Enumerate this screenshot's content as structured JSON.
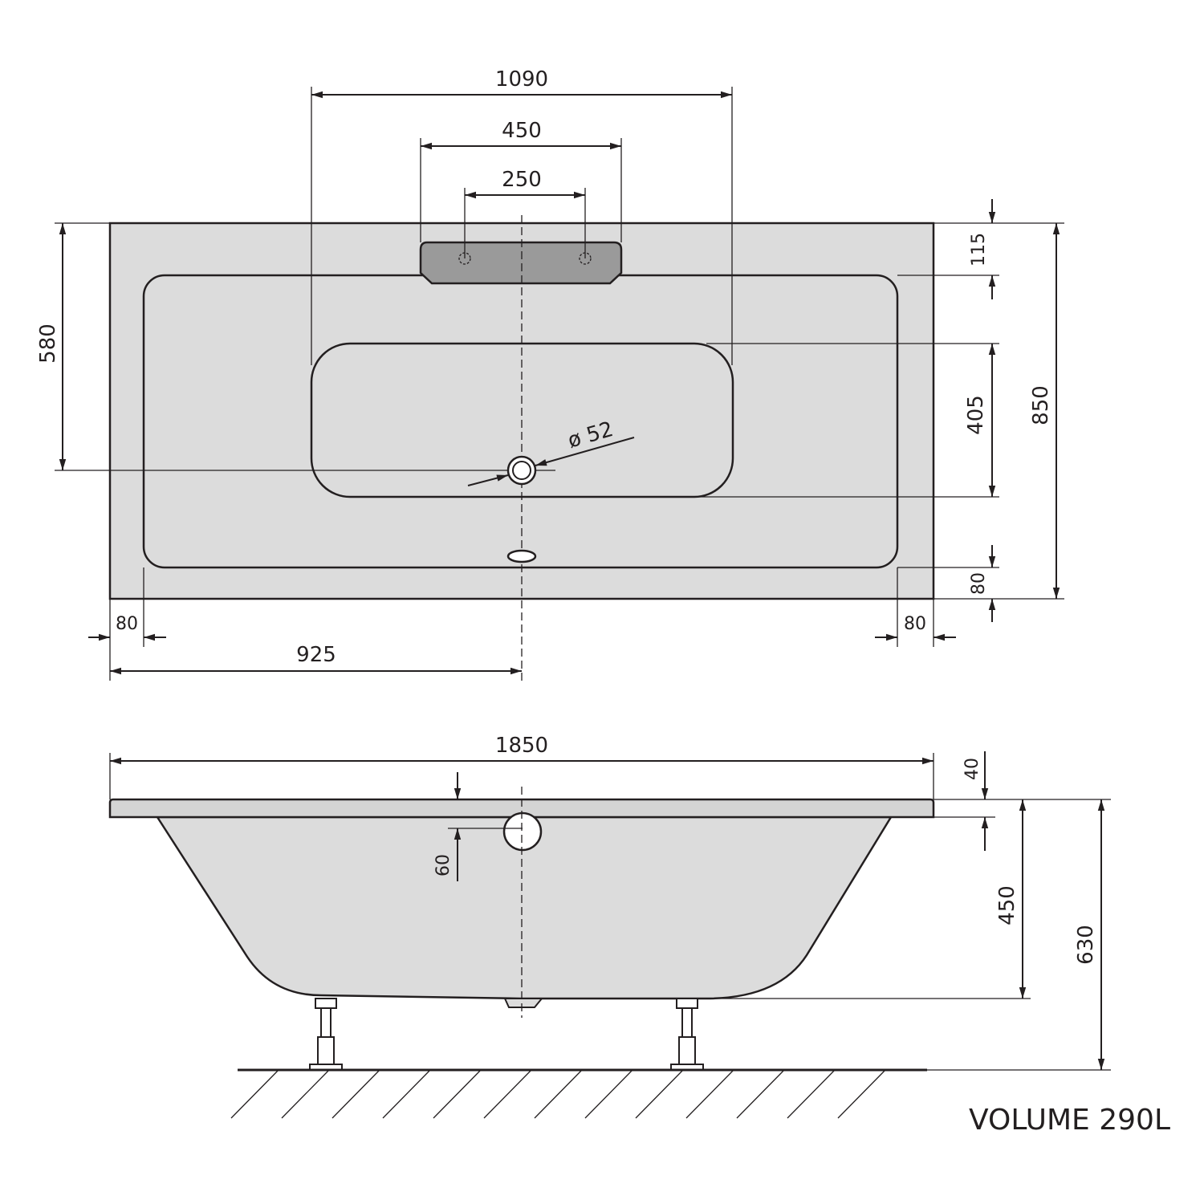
{
  "top_view": {
    "dims": {
      "width_1090": "1090",
      "width_450": "450",
      "width_250": "250",
      "height_115": "115",
      "height_580": "580",
      "height_405": "405",
      "height_850": "850",
      "height_80": "80",
      "diameter_52": "ø 52",
      "left_80": "80",
      "right_80": "80",
      "length_925": "925"
    }
  },
  "side_view": {
    "dims": {
      "length_1850": "1850",
      "rim_40": "40",
      "overflow_60": "60",
      "depth_450": "450",
      "height_630": "630"
    }
  },
  "volume_label": "VOLUME 290L",
  "colors": {
    "line": "#231f20",
    "body_fill": "#dcdcdc",
    "headrest_fill": "#9a9a9a",
    "rim_fill": "#d4d4d4"
  }
}
